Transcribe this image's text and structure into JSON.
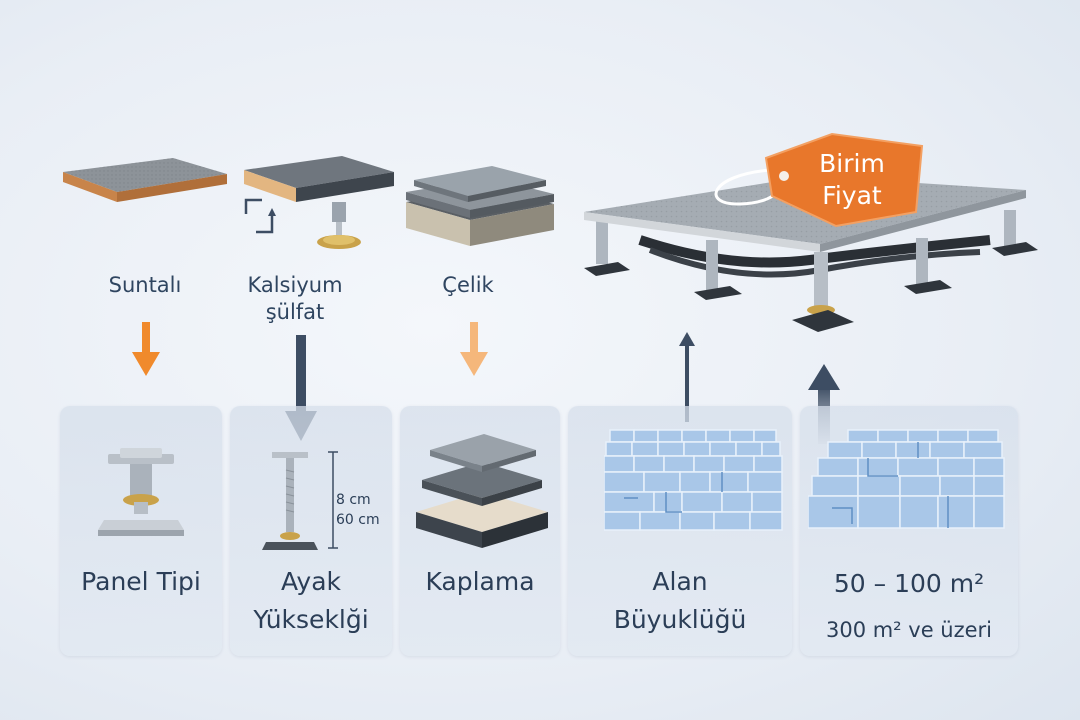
{
  "materials": [
    {
      "label_lines": [
        "Suntalı"
      ]
    },
    {
      "label_lines": [
        "Kalsiyum",
        "şülfat"
      ]
    },
    {
      "label_lines": [
        "Çelik"
      ]
    }
  ],
  "cards": [
    {
      "title_lines": [
        "Panel Tipi"
      ]
    },
    {
      "title_lines": [
        "Ayak",
        "Yükseklği"
      ],
      "dimensions": [
        "8 cm",
        "60 cm"
      ]
    },
    {
      "title_lines": [
        "Kaplama"
      ]
    },
    {
      "title_lines": [
        "Alan",
        "Büyuklüğü"
      ]
    },
    {
      "title": "50 – 100 m²",
      "subtitle": "300 m² ve üzeri"
    }
  ],
  "price_tag": {
    "lines": [
      "Birim",
      "Fiyat"
    ]
  },
  "colors": {
    "accent_orange": "#f08a2c",
    "tag_orange": "#e8772b",
    "arrow_dark": "#3d4d63",
    "card_bg": "#dbe3ee",
    "text_dark": "#2b3e57",
    "tile_blue": "#a9c7e8"
  },
  "icons": [
    "particleboard-panel-icon",
    "calcium-sulfate-panel-icon",
    "steel-panel-icon",
    "raised-floor-icon",
    "pedestal-icon",
    "adjustable-pedestal-icon",
    "layers-icon",
    "floor-plan-icon",
    "price-tag-icon"
  ]
}
